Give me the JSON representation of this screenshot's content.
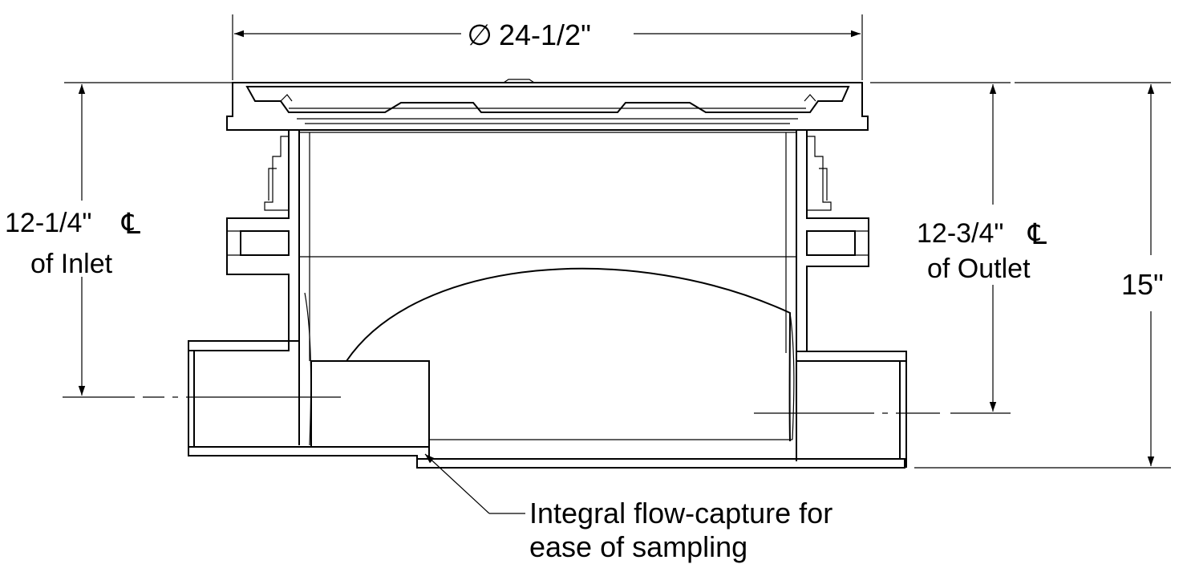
{
  "dimensions": {
    "diameter": {
      "symbol": "∅",
      "value": "24-1/2\""
    },
    "inlet": {
      "value": "12-1/4\"",
      "symbol": "℄",
      "caption": "of Inlet"
    },
    "outlet": {
      "value": "12-3/4\"",
      "symbol": "℄",
      "caption": "of Outlet"
    },
    "height": {
      "value": "15\""
    }
  },
  "callout": {
    "line1": "Integral flow-capture for",
    "line2": "ease of sampling"
  }
}
